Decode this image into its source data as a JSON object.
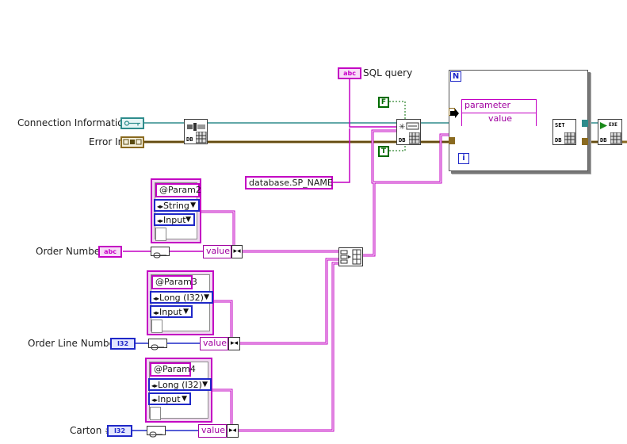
{
  "labels": {
    "connection": "Connection Information",
    "error_in": "Error In",
    "sql_query": "SQL query",
    "order_number": "Order Number",
    "order_line_number": "Order Line Number",
    "carton": "Carton #"
  },
  "constants": {
    "sp_name": "database.SP_NAME",
    "false_const": "F",
    "true_const": "T",
    "abc": "abc",
    "i32": "I32"
  },
  "loop": {
    "n": "N",
    "i": "i"
  },
  "unbundle": {
    "field1": "parameter name",
    "field2": "value"
  },
  "params": [
    {
      "name": "@Param2",
      "type": "String",
      "direction": "Input"
    },
    {
      "name": "@Param3",
      "type": "Long (I32)",
      "direction": "Input"
    },
    {
      "name": "@Param4",
      "type": "Long (I32)",
      "direction": "Input"
    }
  ],
  "bundle_value_label": "value",
  "subvi": {
    "db_label": "DB",
    "set_label": "SET",
    "exe_label": "EXE"
  },
  "colors": {
    "string_wire": "#c300c3",
    "cluster_wire": "#8a6a20",
    "refnum_wire": "#2e8c8c",
    "numeric_wire": "#1f28c8",
    "boolean_wire": "#006b00"
  }
}
